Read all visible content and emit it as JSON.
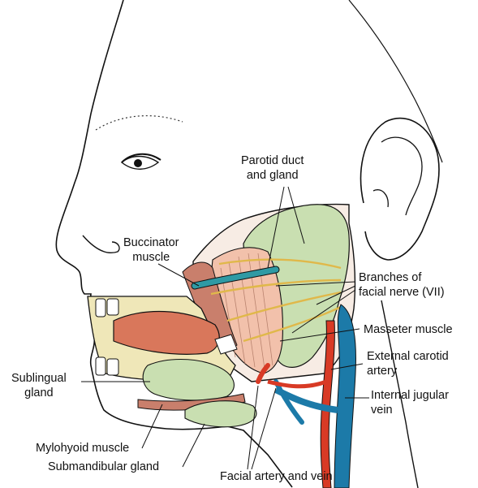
{
  "labels": {
    "parotid": [
      "Parotid duct",
      "and gland"
    ],
    "buccinator": [
      "Buccinator",
      "muscle"
    ],
    "facial_nerve": [
      "Branches of",
      "facial nerve (VII)"
    ],
    "masseter": [
      "Masseter muscle"
    ],
    "ext_carotid": [
      "External carotid",
      "artery"
    ],
    "int_jugular": [
      "Internal jugular",
      "vein"
    ],
    "sublingual": [
      "Sublingual",
      "gland"
    ],
    "mylohyoid": [
      "Mylohyoid muscle"
    ],
    "submandibular": [
      "Submandibular gland"
    ],
    "facial_vessels": [
      "Facial artery and vein"
    ]
  },
  "colors": {
    "gland": "#c9dfb1",
    "muscle": "#f2c1ab",
    "tongue": "#d9775b",
    "artery": "#d83a25",
    "vein": "#1c7aa8",
    "duct": "#2f9aa4",
    "nerve": "#e0b84a",
    "bone": "#efe7b8",
    "skin": "#ffffff"
  }
}
